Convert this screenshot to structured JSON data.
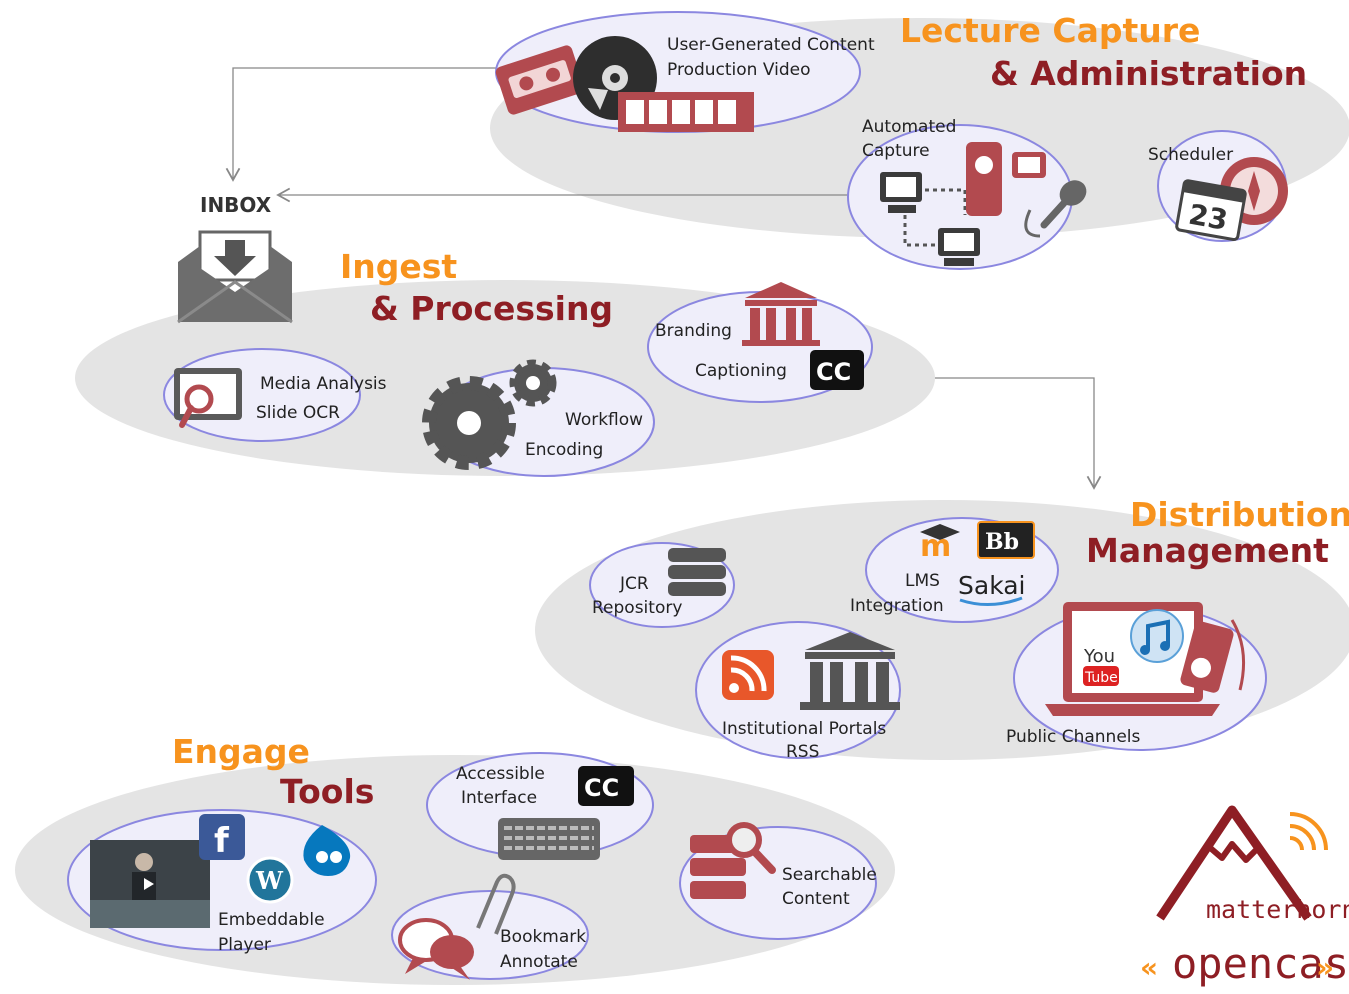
{
  "sections": {
    "lecture_capture": {
      "line1": "Lecture Capture",
      "line2": "& Administration"
    },
    "ingest": {
      "line1": "Ingest",
      "line2": "& Processing"
    },
    "distribution": {
      "line1": "Distribution",
      "line2": "Management"
    },
    "engage": {
      "line1": "Engage",
      "line2": "Tools"
    }
  },
  "inbox": "INBOX",
  "nodes": {
    "ugc": {
      "line1": "User-Generated Content",
      "line2": "Production Video"
    },
    "automated_capture": {
      "line1": "Automated",
      "line2": "Capture"
    },
    "scheduler": {
      "line1": "Scheduler",
      "calendar_day": "23"
    },
    "media_analysis": {
      "line1": "Media Analysis",
      "line2": "Slide OCR"
    },
    "workflow": {
      "line1": "Workflow",
      "line2": "Encoding"
    },
    "branding": {
      "line1": "Branding",
      "line2": "Captioning",
      "cc": "CC"
    },
    "jcr": {
      "line1": "JCR",
      "line2": "Repository"
    },
    "lms": {
      "line1": "LMS",
      "line2": "Integration",
      "bb": "Bb",
      "sakai": "Sakai",
      "moodle": "m"
    },
    "portals": {
      "line1": "Institutional Portals",
      "line2": "RSS"
    },
    "public": {
      "line1": "Public Channels",
      "youtube_top": "You",
      "youtube_bottom": "Tube"
    },
    "accessible": {
      "line1": "Accessible",
      "line2": "Interface",
      "cc": "CC"
    },
    "searchable": {
      "line1": "Searchable",
      "line2": "Content"
    },
    "player": {
      "line1": "Embeddable",
      "line2": "Player",
      "facebook": "f",
      "wordpress": "W"
    },
    "bookmark": {
      "line1": "Bookmark",
      "line2": "Annotate"
    }
  },
  "brand": {
    "name": "matterhorn",
    "product": "opencast",
    "quote_left": "«",
    "quote_right": "»"
  },
  "colors": {
    "orange": "#f7931e",
    "maroon": "#8e1e24",
    "bubble_stroke": "#8b87e0",
    "blob": "#e4e4e4"
  }
}
